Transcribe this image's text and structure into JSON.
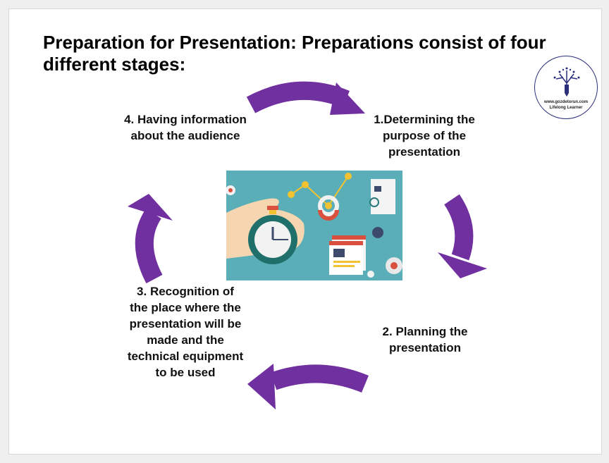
{
  "slide": {
    "title": "Preparation for Presentation: Preparations consist of four different stages:",
    "stages": [
      {
        "label": "1.Determining the purpose of the presentation"
      },
      {
        "label": "2. Planning the presentation"
      },
      {
        "label": "3. Recognition of the place where the presentation will be made and the technical equipment to be used"
      },
      {
        "label": "4. Having information about the audience"
      }
    ],
    "logo": {
      "url_text": "www.gozdetorun.com",
      "tagline": "Lifelong Learner"
    },
    "colors": {
      "arrow": "#7030A0",
      "image_bg": "#5aaeb8",
      "logo_ring": "#2b2f7a"
    }
  }
}
